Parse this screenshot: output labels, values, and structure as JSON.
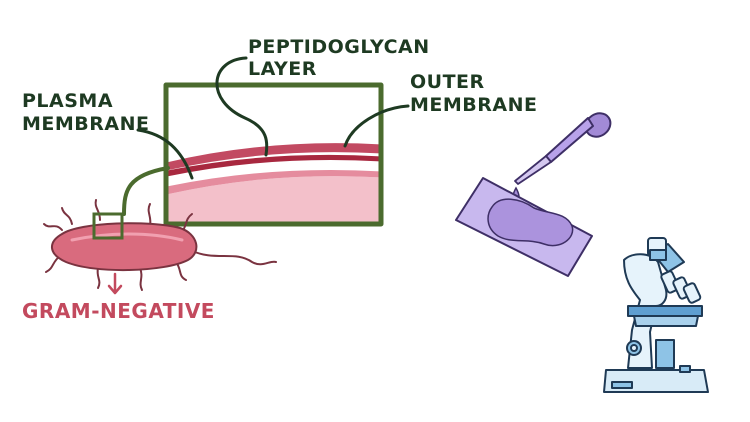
{
  "labels": {
    "peptidoglycan_line1": "PEPTIDOGLYCAN",
    "peptidoglycan_line2": "LAYER",
    "plasma_line1": "PLASMA",
    "plasma_line2": "MEMBRANE",
    "outer_line1": "OUTER",
    "outer_line2": "MEMBRANE",
    "gram_negative": "GRAM-NEGATIVE"
  },
  "colors": {
    "label_dark": "#1e3a22",
    "frame_green": "#4b6b2e",
    "membrane_red": "#b8485c",
    "cell_pink": "#f1b6c2",
    "bacterium_body": "#d96b7e",
    "gram_label": "#c34a5e",
    "slide_purple": "#b9a6e4",
    "microscope_blue": "#8ec3e6"
  },
  "icons": [
    "bacterium-icon",
    "pipette-icon",
    "microscope-slide-icon",
    "microscope-icon",
    "down-arrow-icon"
  ]
}
